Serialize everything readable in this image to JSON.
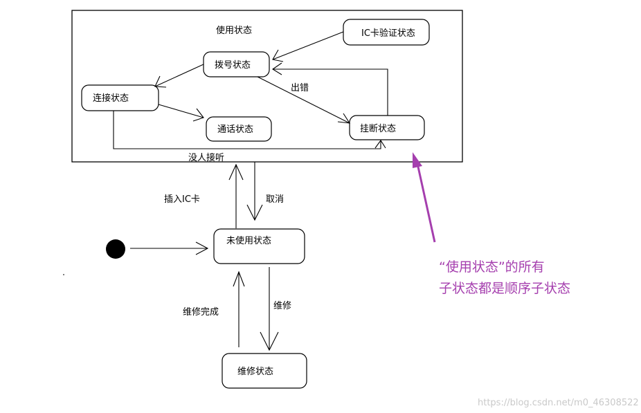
{
  "superstate": {
    "label": "使用状态"
  },
  "states": {
    "ic_verify": "IC卡验证状态",
    "dialing": "拨号状态",
    "connecting": "连接状态",
    "talking": "通话状态",
    "hangup": "挂断状态",
    "unused": "未使用状态",
    "repair": "维修状态"
  },
  "transitions": {
    "error": "出错",
    "no_answer": "没人接听",
    "insert_card": "插入IC卡",
    "cancel": "取消",
    "repair": "维修",
    "repair_done": "维修完成"
  },
  "annotation": {
    "line1": "“使用状态”的所有",
    "line2": "子状态都是顺序子状态",
    "color": "#a53fae"
  },
  "watermark": "https://blog.csdn.net/m0_46308522"
}
